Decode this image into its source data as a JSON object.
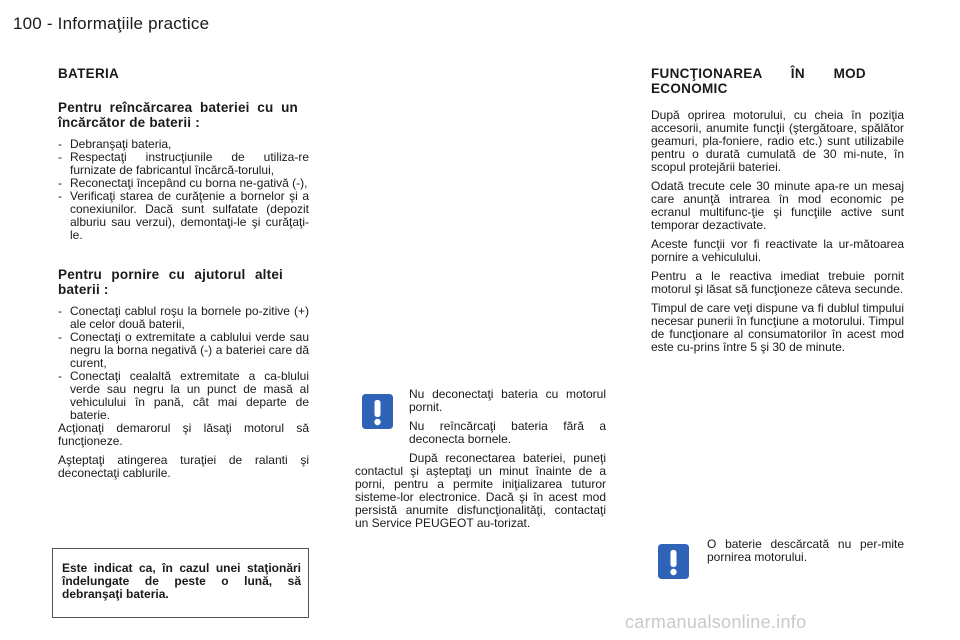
{
  "header": {
    "title": "100 - Informaţiile practice"
  },
  "battery": {
    "heading": "BATERIA",
    "charging": {
      "heading": "Pentru reîncărcarea bateriei cu un încărcător de baterii :",
      "steps": [
        "Debranşaţi bateria,",
        "Respectaţi instrucţiunile de utiliza-re furnizate de fabricantul încărcă-torului,",
        "Reconectaţi începând cu borna ne-gativă (-),",
        "Verificaţi starea de curăţenie a bornelor şi a conexiunilor. Dacă sunt sulfatate (depozit alburiu sau verzui), demontaţi-le şi curăţaţi-le."
      ]
    },
    "jumpstart": {
      "heading": "Pentru pornire cu ajutorul altei baterii :",
      "steps": [
        "Conectaţi cablul roşu la bornele po-zitive (+) ale celor două baterii,",
        "Conectaţi o extremitate a cablului verde sau negru la borna negativă (-) a bateriei care dă curent,",
        "Conectaţi cealaltă extremitate a ca-blului verde sau negru la un punct de masă al vehiculului în pană, cât mai departe de baterie."
      ],
      "paragraphs": [
        "Acţionaţi demarorul şi lăsaţi motorul să funcţioneze.",
        "Aşteptaţi atingerea turaţiei de ralanti şi deconectaţi cablurile."
      ]
    },
    "note": "Este indicat ca, în cazul unei staţionări îndelungate de peste o lună, să debranşaţi bateria."
  },
  "warning_center": {
    "icon": "exclamation-icon",
    "paragraphs": [
      "Nu deconectaţi bateria cu motorul pornit.",
      "Nu reîncărcaţi bateria fără a deconecta bornele.",
      "După reconectarea bateriei, puneţi contactul şi aşteptaţi un minut înainte de a porni, pentru a permite iniţializarea tuturor sisteme-lor electronice. Dacă şi în acest mod persistă anumite disfuncţionalităţi, contactaţi un Service PEUGEOT au-torizat."
    ]
  },
  "economy": {
    "heading": "FUNCŢIONAREA ÎN MOD ECONOMIC",
    "paragraphs": [
      "După oprirea motorului, cu cheia în poziţia accesorii, anumite funcţii (ştergătoare, spălător geamuri, pla-foniere, radio etc.) sunt utilizabile pentru o durată cumulată de 30 mi-nute, în scopul protejării bateriei.",
      "Odată trecute cele 30 minute apa-re un mesaj care anunţă intrarea în mod economic pe ecranul multifunc-ţie şi funcţiile active sunt temporar dezactivate.",
      "Aceste funcţii vor fi reactivate la ur-mătoarea pornire a vehiculului.",
      "Pentru a le reactiva imediat trebuie pornit motorul şi lăsat să funcţioneze câteva secunde.",
      "Timpul de care veţi dispune va fi dublul timpului necesar punerii în funcţiune a motorului. Timpul de funcţionare al consumatorilor în acest mod este cu-prins între 5 şi 30 de minute."
    ]
  },
  "warning_right": {
    "icon": "exclamation-icon",
    "text": "O baterie descărcată nu per-mite pornirea motorului."
  },
  "footer": {
    "watermark": "carmanualsonline.info"
  },
  "colors": {
    "icon_blue": "#2e63b8",
    "text": "#1a1a1a",
    "watermark": "#c9c9c9"
  }
}
